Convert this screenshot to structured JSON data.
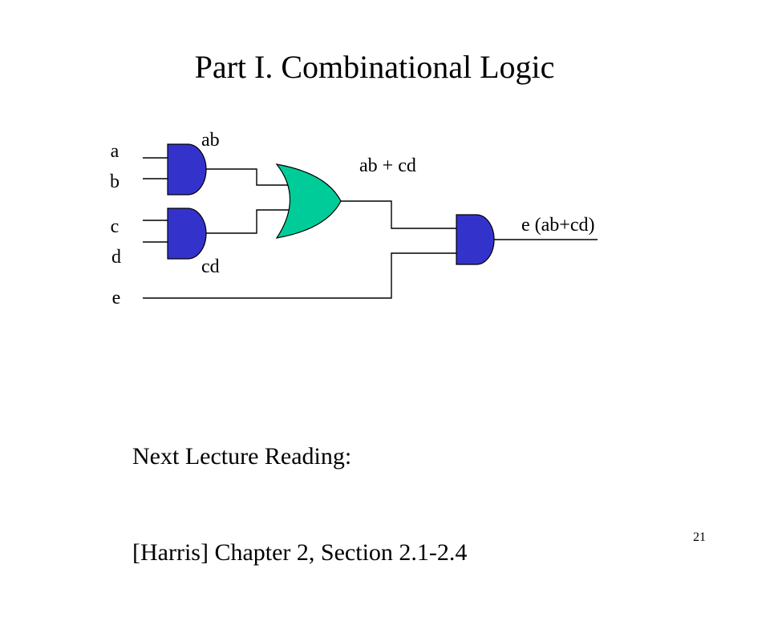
{
  "slide": {
    "title": "Part I. Combinational Logic",
    "page_number": "21"
  },
  "diagram": {
    "inputs": [
      "a",
      "b",
      "c",
      "d",
      "e"
    ],
    "signals": {
      "and1_out": "ab",
      "and2_out": "cd",
      "or_out": "ab + cd",
      "final_out": "e (ab+cd)"
    },
    "colors": {
      "and_gate": "#3333cc",
      "or_gate": "#00cc99",
      "wire": "#000000"
    }
  },
  "reading": {
    "line1": "Next Lecture Reading:",
    "line2": "[Harris] Chapter 2, Section 2.1-2.4"
  }
}
